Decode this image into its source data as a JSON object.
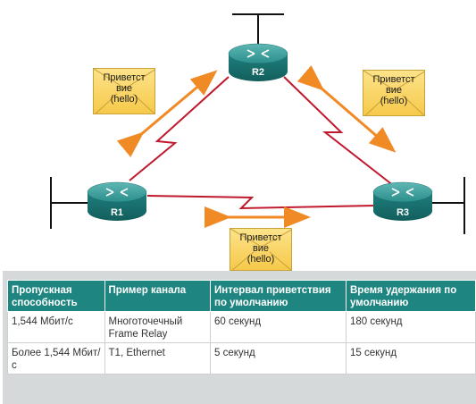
{
  "routers": [
    {
      "id": "r2",
      "label": "R2"
    },
    {
      "id": "r1",
      "label": "R1"
    },
    {
      "id": "r3",
      "label": "R3"
    }
  ],
  "hello_labels": [
    "Приветст\nвие\n(hello)",
    "Приветст\nвие\n(hello)",
    "Приветст\nвие\n(hello)"
  ],
  "colors": {
    "router": "#1f8a87",
    "link": "#c0182d",
    "arrow": "#f08a24",
    "envelope": "#f6c94a",
    "table_header": "#1f8580"
  },
  "table": {
    "headers": [
      "Пропускная способность",
      "Пример канала",
      "Интервал приветствия по умолчанию",
      "Время удержания по умолчанию"
    ],
    "rows": [
      [
        "1,544 Мбит/с",
        "Многоточечный Frame Relay",
        "60 секунд",
        "180 секунд"
      ],
      [
        "Более 1,544 Мбит/с",
        "T1, Ethernet",
        "5 секунд",
        "15 секунд"
      ]
    ]
  }
}
